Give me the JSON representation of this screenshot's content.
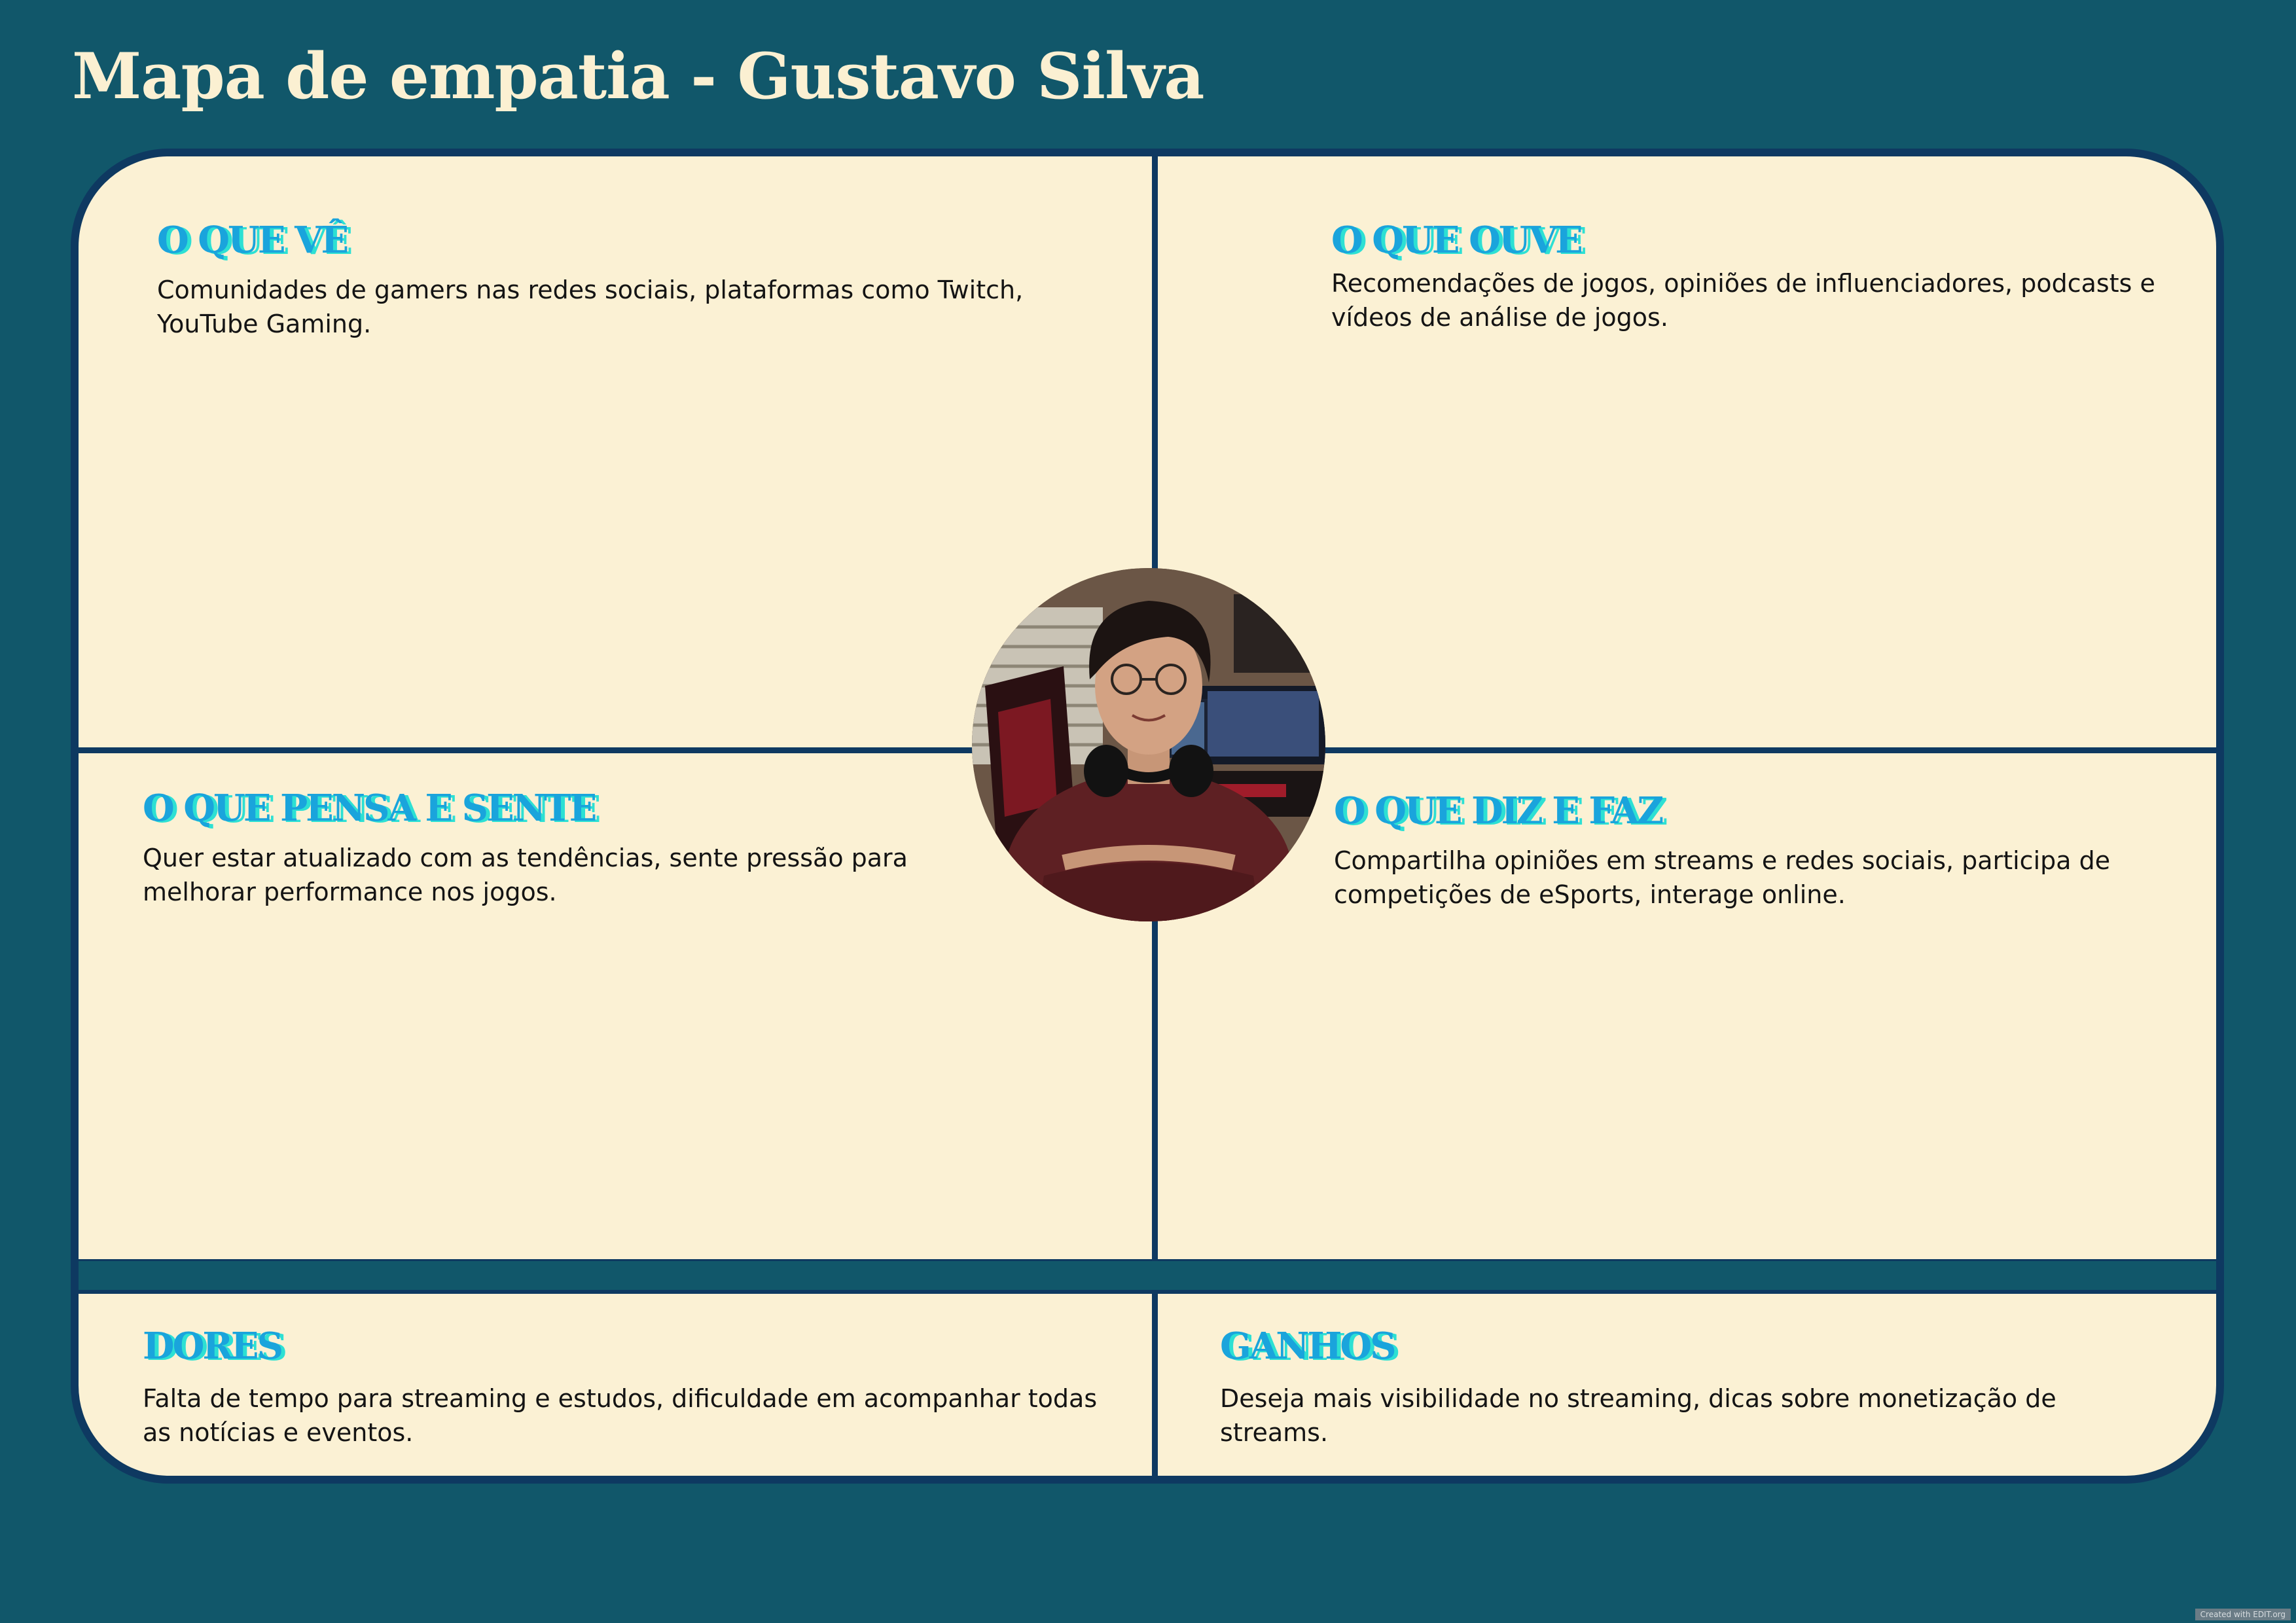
{
  "title": "Mapa de empatia - Gustavo Silva",
  "colors": {
    "background": "#11576a",
    "panel": "#fbf1d4",
    "border": "#0e3961",
    "heading": "#1aa4dc",
    "heading_shadow": "#2de0d3",
    "title": "#fbf0d2"
  },
  "sections": {
    "ve": {
      "heading": "O QUE VÊ",
      "text": "Comunidades de gamers nas redes sociais, plataformas como Twitch, YouTube Gaming."
    },
    "ouve": {
      "heading": "O QUE OUVE",
      "text": "Recomendações de jogos, opiniões de influenciadores, podcasts e vídeos de análise de jogos."
    },
    "pensa": {
      "heading": "O QUE PENSA E SENTE",
      "text": "Quer estar atualizado com as tendências, sente pressão para melhorar performance nos jogos."
    },
    "diz": {
      "heading": "O QUE DIZ E FAZ",
      "text": "Compartilha opiniões em streams e redes sociais, participa de competições de eSports, interage online."
    },
    "dores": {
      "heading": "DORES",
      "text": "Falta de tempo para streaming e estudos, dificuldade em acompanhar todas as notícias e eventos."
    },
    "ganhos": {
      "heading": "GANHOS",
      "text": "Deseja mais visibilidade no streaming, dicas sobre monetização de streams."
    }
  },
  "avatar": {
    "icon": "persona-portrait"
  },
  "watermark": "Created with EDIT.org"
}
